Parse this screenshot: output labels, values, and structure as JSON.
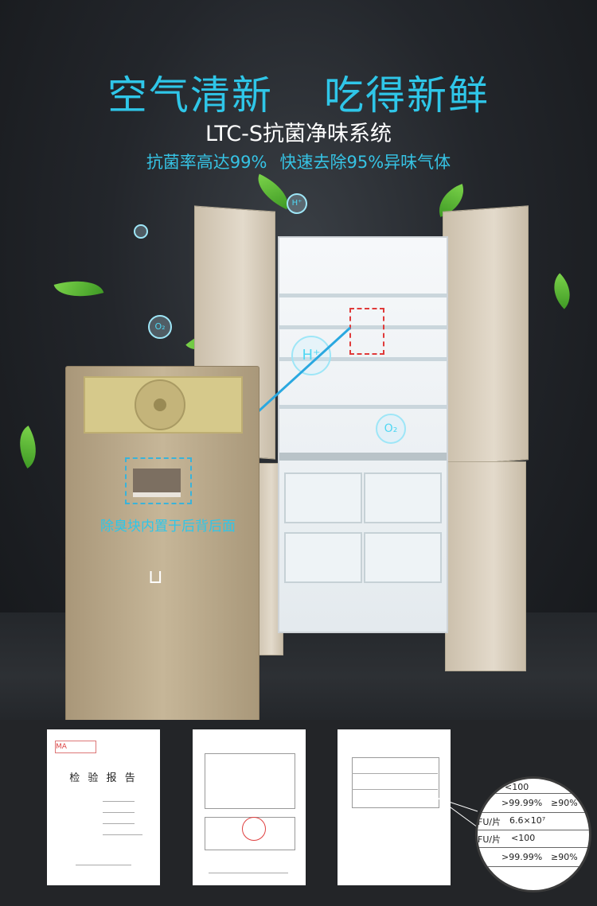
{
  "headline": {
    "left": "空气清新",
    "right": "吃得新鲜"
  },
  "subtitle": "LTC-S抗菌净味系统",
  "tagline": {
    "left": "抗菌率高达99%",
    "right": "快速去除95%异味气体"
  },
  "panel_label": "除臭块内置于后背后面",
  "bubbles": {
    "h_plus": "H⁺",
    "o2": "O₂"
  },
  "documents": {
    "report_title": "检 验 报 告"
  },
  "magnifier": {
    "rows": [
      {
        "left": "",
        "mid": "<100",
        "right": ""
      },
      {
        "left": "",
        "mid": ">99.99%",
        "right": "≥90%"
      },
      {
        "left": "FU/片",
        "mid": "6.6×10⁷",
        "right": ""
      },
      {
        "left": "FU/片",
        "mid": "<100",
        "right": ""
      },
      {
        "left": "",
        "mid": ">99.99%",
        "right": "≥90%"
      }
    ]
  },
  "colors": {
    "accent": "#2fc6e8",
    "background": "#23262b"
  }
}
